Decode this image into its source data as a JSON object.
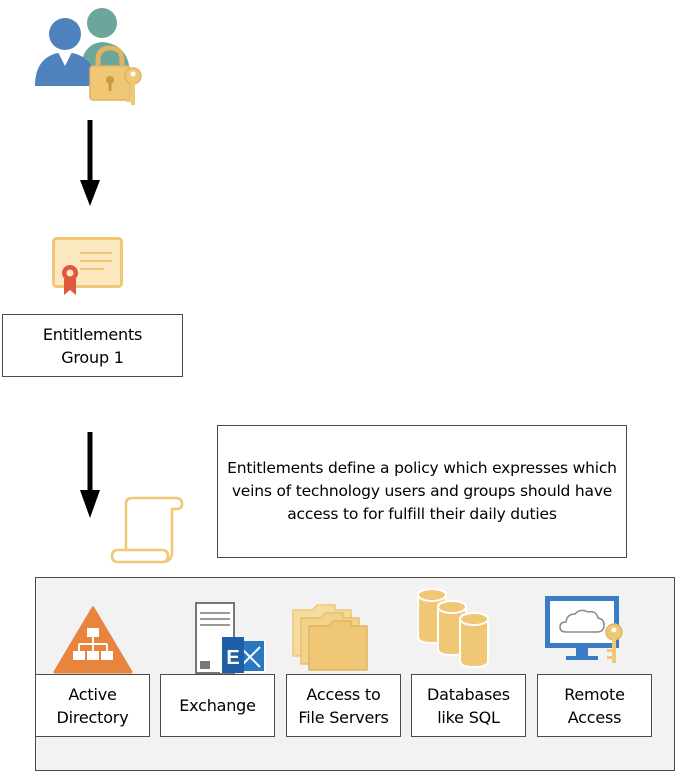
{
  "entitlement_group": {
    "label": "Entitlements\nGroup 1"
  },
  "description": {
    "text": "Entitlements define a policy which expresses which\nveins of  technology users and groups should have\naccess to for fulfill their daily duties"
  },
  "resources": [
    {
      "label": "Active\nDirectory",
      "icon": "network-hierarchy-icon"
    },
    {
      "label": "Exchange",
      "icon": "exchange-server-icon"
    },
    {
      "label": "Access to\nFile Servers",
      "icon": "folders-icon"
    },
    {
      "label": "Databases\nlike SQL",
      "icon": "database-icon"
    },
    {
      "label": "Remote\nAccess",
      "icon": "remote-monitor-icon"
    }
  ],
  "icons": {
    "users": "users-lock-icon",
    "certificate": "certificate-icon",
    "policy": "scroll-icon"
  },
  "colors": {
    "user_front": "#4f81bd",
    "user_back": "#6aa69a",
    "gold": "#f0c875",
    "orange": "#e8843d",
    "grey": "#666666",
    "blue": "#3b7dc4"
  }
}
